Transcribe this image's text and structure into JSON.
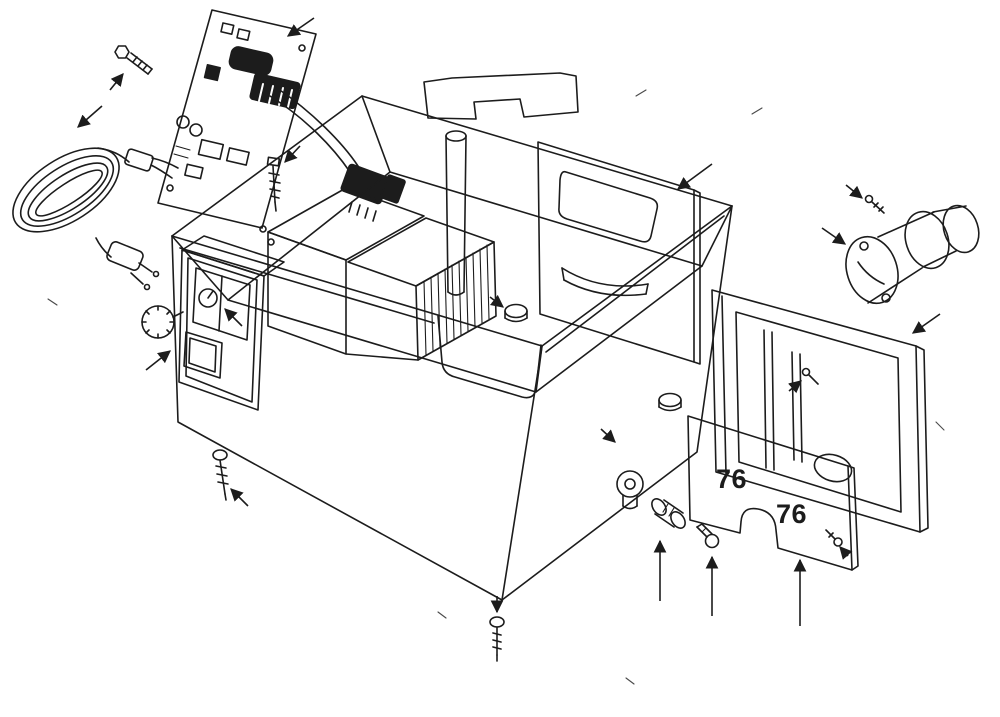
{
  "diagram": {
    "kind": "exploded-parts-diagram",
    "background_color": "#ffffff",
    "line_color": "#1c1c1c",
    "labels": [
      {
        "text": "76"
      },
      {
        "text": "76"
      }
    ],
    "parts": [
      "power-cord",
      "power-plug",
      "cord-connector",
      "circuit-board",
      "ribbon-cable",
      "wire-harness-connector",
      "mounting-bolt",
      "screw-top-middle",
      "chassis-base",
      "control-panel",
      "control-knob",
      "transformer-block",
      "support-post",
      "top-bracket",
      "inner-panel",
      "motor-assembly",
      "motor-screw",
      "door-panel",
      "access-panel",
      "grommet-a",
      "grommet-b",
      "washer-cap",
      "roller",
      "shoulder-bolt",
      "screw-front-left",
      "screw-bottom-center",
      "panel-screw"
    ]
  }
}
